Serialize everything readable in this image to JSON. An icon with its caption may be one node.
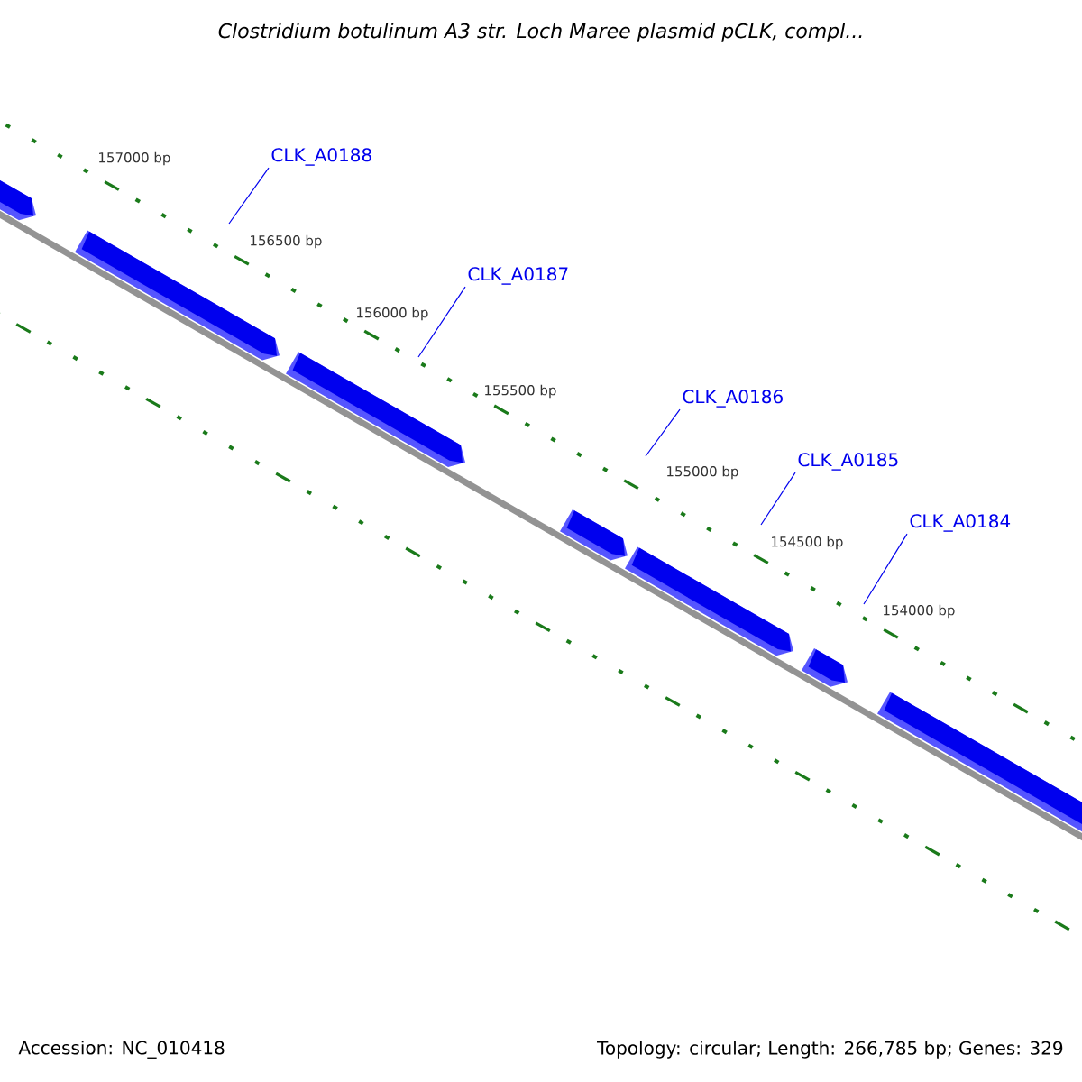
{
  "diagram": {
    "title": "Clostridium botulinum A3 str. Loch Maree plasmid pCLK, compl...",
    "nodes": [
      {
        "text": [
          "CLK_A0188"
        ]
      },
      {
        "text": [
          "CLK_A0187"
        ]
      },
      {
        "text": [
          "CLK_A0186"
        ]
      },
      {
        "text": [
          "CLK_A0185"
        ]
      },
      {
        "text": [
          "CLK_A0184"
        ]
      }
    ],
    "edges": [
      {
        "from": 0,
        "to": null,
        "arrow": "none"
      },
      {
        "from": 1,
        "to": null,
        "arrow": "none"
      },
      {
        "from": 2,
        "to": null,
        "arrow": "none"
      },
      {
        "from": 3,
        "to": null,
        "arrow": "none"
      },
      {
        "from": 4,
        "to": null,
        "arrow": "none"
      }
    ],
    "labels": [
      "157000 bp",
      "156500 bp",
      "156000 bp",
      "155500 bp",
      "155000 bp",
      "154500 bp",
      "154000 bp",
      "Accession: NC_010418",
      "Topology: circular; Length: 266,785 bp; Genes: 329"
    ]
  }
}
